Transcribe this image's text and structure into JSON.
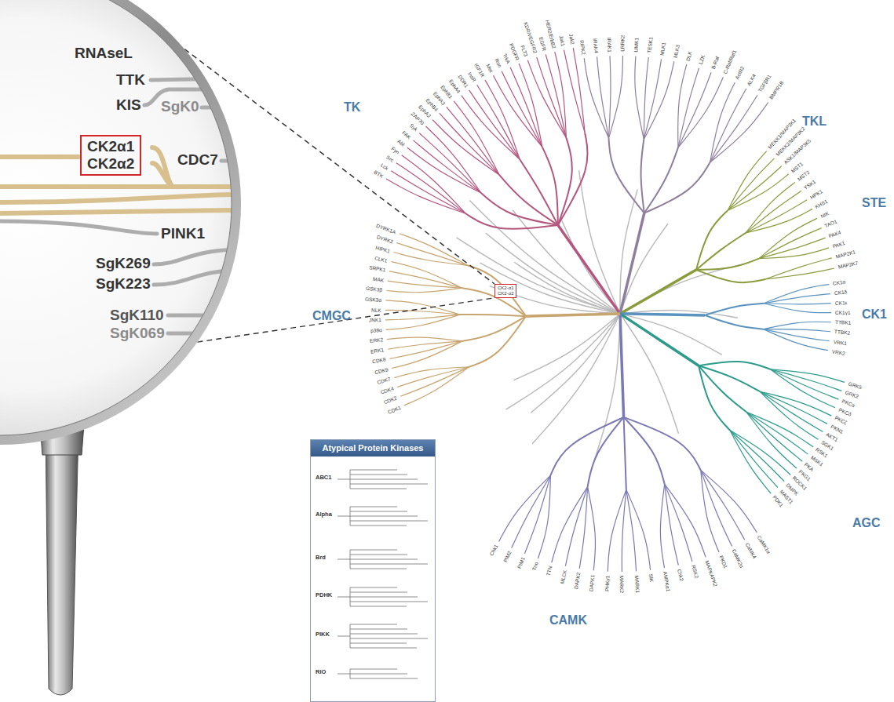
{
  "diagram": {
    "nodes": [
      {
        "text": [
          "RNAseL",
          "TTK",
          "SgK0",
          "KIS",
          "CDC7",
          "PINK1",
          "SgK269",
          "SgK223",
          "SgK110",
          "SgK069"
        ]
      },
      {
        "text": [
          "CK2α1",
          "CK2α2"
        ],
        "in": 0
      },
      {
        "text": [
          "CK2-α1",
          "CK2-α2"
        ]
      },
      {
        "text": [
          "Atypical Protein Kinases"
        ]
      }
    ],
    "edges": [
      {
        "from": 0,
        "to": 2,
        "arrow": "none"
      },
      {
        "from": 0,
        "to": 2,
        "arrow": "none"
      }
    ],
    "labels": [
      "TK",
      "TKL",
      "STE",
      "CK1",
      "AGC",
      "CAMK",
      "CMGC",
      "BTK",
      "Lck",
      "Src",
      "Fyn",
      "Abl",
      "FAK",
      "Syk",
      "ZAP70",
      "EphA2",
      "EphB4",
      "EphA3",
      "EphB1",
      "EphA4",
      "DDR1",
      "InsR",
      "IGF1R",
      "Met",
      "Ron",
      "TrkA",
      "PDGFR",
      "FLT3",
      "KDR/VEGFR2",
      "EGFR",
      "HER2/ErbB2",
      "Jak1",
      "Jak2",
      "RIPK2",
      "IRAK4",
      "IRAK1",
      "LRRK2",
      "LIMK1",
      "TESK1",
      "MLK1",
      "MLK3",
      "DLK",
      "LZK",
      "B-Raf",
      "C-Raf/Raf1",
      "ActR2",
      "ALK4",
      "TGFβR1",
      "BMPR1B",
      "MEKK1/MAP3K1",
      "MEKK2/MAP3K2",
      "ASK1/MAP3K5",
      "MST1",
      "MST2",
      "YSK1",
      "HPK1",
      "KHS1",
      "NIK",
      "TAO1",
      "PAK4",
      "PAK1",
      "MAP2K1",
      "MAP2K7",
      "CK1α",
      "CK1δ",
      "CK1ε",
      "CK1γ1",
      "TTBK1",
      "TTBK2",
      "VRK1",
      "VRK2",
      "GRK5",
      "GRK2",
      "PKCα",
      "PKCδ",
      "PKCζ",
      "PKN1",
      "AKT1",
      "SGK1",
      "RSK1",
      "MSK1",
      "PKA",
      "PKG1",
      "ROCK1",
      "DMPK",
      "MAST1",
      "PDK1",
      "CaMK1α",
      "CaMK4",
      "CaMK2α",
      "PKD1",
      "MAPKAPK2",
      "RSK2",
      "Chk2",
      "AMPKα1",
      "SIK",
      "MARK1",
      "MARK2",
      "PHKγ1",
      "DAPK1",
      "DAPK2",
      "MLCK",
      "TTN",
      "Trio",
      "PIM1",
      "PIM2",
      "Chk1",
      "CDK1",
      "CDK2",
      "CDK4",
      "CDK7",
      "CDK9",
      "CDK8",
      "ERK1",
      "ERK2",
      "p38α",
      "JNK1",
      "NLK",
      "GSK3α",
      "GSK3β",
      "MAK",
      "SRPK1",
      "CLK1",
      "HIPK1",
      "DYRK2",
      "DYRK1A",
      "ABC1",
      "Alpha",
      "Brd",
      "PDHK",
      "PIKK",
      "RIO"
    ]
  }
}
